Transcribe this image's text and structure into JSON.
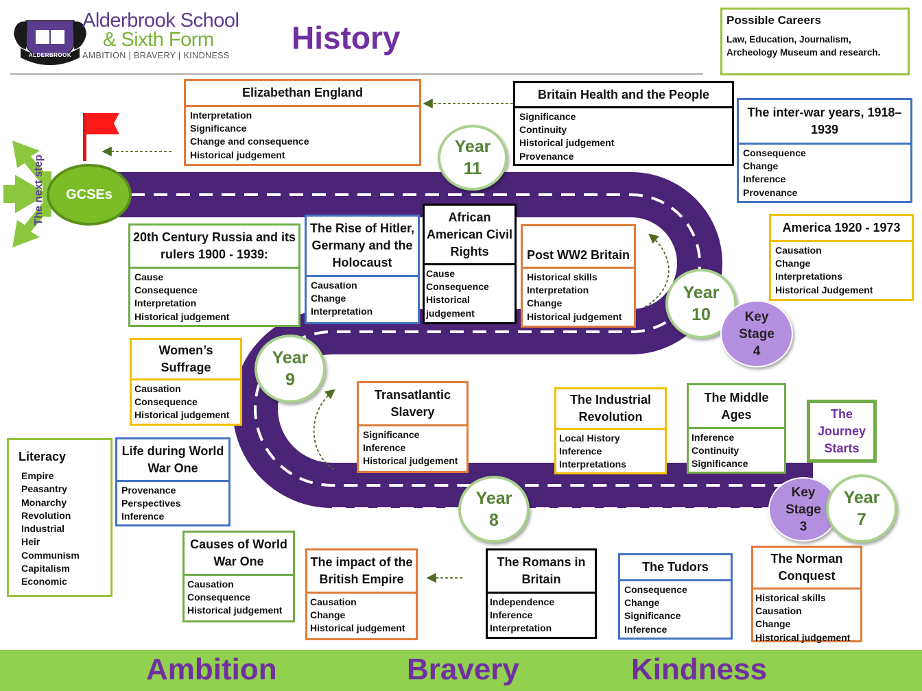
{
  "header": {
    "school_name_line1": "Alderbrook School",
    "school_name_line2": "& Sixth Form",
    "motto": "AMBITION | BRAVERY | KINDNESS",
    "crest_text": "ALDERBROOK",
    "title": "History"
  },
  "careers": {
    "title": "Possible Careers",
    "text": "Law, Education, Journalism, Archeology Museum and research."
  },
  "gcses": {
    "label": "GCSEs",
    "next_step": "The next step"
  },
  "years": {
    "y7": [
      "Year",
      "7"
    ],
    "y8": [
      "Year",
      "8"
    ],
    "y9": [
      "Year",
      "9"
    ],
    "y10": [
      "Year",
      "10"
    ],
    "y11": [
      "Year",
      "11"
    ]
  },
  "key_stages": {
    "ks3": [
      "Key",
      "Stage",
      "3"
    ],
    "ks4": [
      "Key",
      "Stage",
      "4"
    ]
  },
  "journey": [
    "The",
    "Journey",
    "Starts"
  ],
  "literacy": {
    "title": "Literacy",
    "items": [
      "Empire",
      "Peasantry",
      "Monarchy",
      "Revolution",
      "Industrial",
      "Heir",
      "Communism",
      "Capitalism",
      "Economic"
    ]
  },
  "topics": {
    "elizabethan": {
      "title": "Elizabethan  England",
      "items": [
        "Interpretation",
        "Significance",
        "Change and consequence",
        "Historical judgement"
      ]
    },
    "health": {
      "title": "Britain Health and the People",
      "items": [
        "Significance",
        "Continuity",
        "Historical judgement",
        "Provenance"
      ]
    },
    "interwar": {
      "title": "The inter-war years, 1918–1939",
      "items": [
        "Consequence",
        "Change",
        "Inference",
        "Provenance"
      ]
    },
    "america": {
      "title": "America 1920 - 1973",
      "items": [
        "Causation",
        "Change",
        "Interpretations",
        "Historical Judgement"
      ]
    },
    "russia": {
      "title": "20th Century Russia and its rulers 1900 - 1939:",
      "items": [
        "Cause",
        "Consequence",
        "Interpretation",
        "Historical judgement"
      ]
    },
    "hitler": {
      "title": "The Rise of Hitler, Germany and the Holocaust",
      "items": [
        "Causation",
        "Change",
        "Interpretation"
      ]
    },
    "civil_rights": {
      "title": "African American Civil Rights",
      "items": [
        "Cause",
        "Consequence",
        "Historical",
        "judgement"
      ]
    },
    "postww2": {
      "title": "Post WW2 Britain",
      "items": [
        "Historical skills",
        "Interpretation",
        "Change",
        "Historical judgement"
      ]
    },
    "suffrage": {
      "title": "Women’s Suffrage",
      "items": [
        "Causation",
        "Consequence",
        "Historical judgement"
      ]
    },
    "slavery": {
      "title": "Transatlantic Slavery",
      "items": [
        "Significance",
        "Inference",
        "Historical judgement"
      ]
    },
    "industrial": {
      "title": "The Industrial Revolution",
      "items": [
        "Local History",
        "Inference",
        "Interpretations"
      ]
    },
    "middle_ages": {
      "title": "The Middle Ages",
      "items": [
        "Inference",
        "Continuity",
        "Significance"
      ]
    },
    "ww1_life": {
      "title": "Life during World War One",
      "items": [
        "Provenance",
        "Perspectives",
        "Inference"
      ]
    },
    "ww1_causes": {
      "title": "Causes of World War One",
      "items": [
        "Causation",
        "Consequence",
        "Historical judgement"
      ]
    },
    "empire": {
      "title": "The impact of the British Empire",
      "items": [
        "Causation",
        "Change",
        "Historical judgement"
      ]
    },
    "romans": {
      "title": "The Romans in Britain",
      "items": [
        "Independence",
        "Inference",
        "Interpretation"
      ]
    },
    "tudors": {
      "title": "The Tudors",
      "items": [
        "Consequence",
        "Change",
        "Significance",
        "Inference"
      ]
    },
    "norman": {
      "title": "The Norman Conquest",
      "items": [
        "Historical skills",
        "Causation",
        "Change",
        "Historical judgement"
      ]
    }
  },
  "footer": {
    "ambition": "Ambition",
    "bravery": "Bravery",
    "kindness": "Kindness"
  },
  "colors": {
    "road": "#4b2377",
    "purple_text": "#7030a0",
    "green_band": "#92d050",
    "orange": "#e07b39",
    "green": "#70ad47",
    "blue": "#4472c4",
    "yellow": "#f2c000"
  }
}
